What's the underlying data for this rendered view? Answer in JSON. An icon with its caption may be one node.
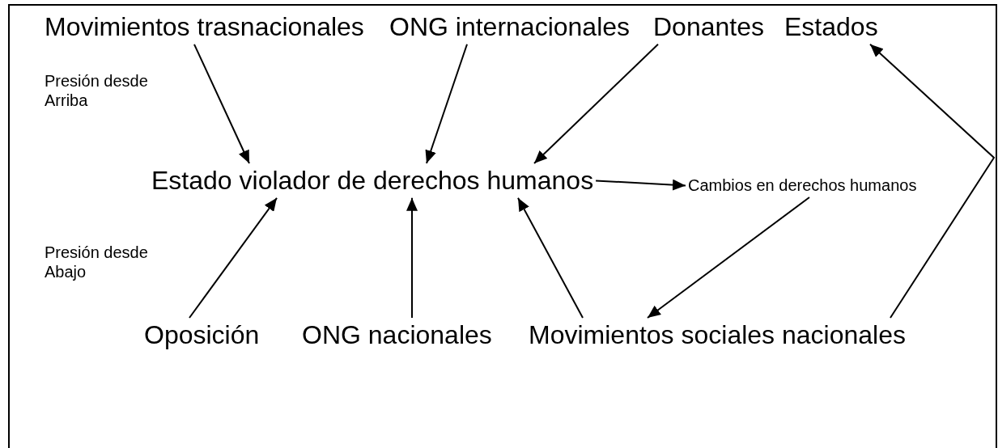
{
  "diagram": {
    "nodes": [
      {
        "text": [
          "Movimientos trasnacionales"
        ]
      },
      {
        "text": [
          "ONG internacionales"
        ]
      },
      {
        "text": [
          "Donantes"
        ]
      },
      {
        "text": [
          "Estados"
        ]
      },
      {
        "text": [
          "Estado  violador de derechos humanos"
        ]
      },
      {
        "text": [
          "Cambios en derechos humanos"
        ]
      },
      {
        "text": [
          "Oposición"
        ]
      },
      {
        "text": [
          "ONG nacionales"
        ]
      },
      {
        "text": [
          "Movimientos sociales nacionales"
        ]
      }
    ],
    "edges": [
      {
        "from": 0,
        "to": 4,
        "arrow": "to"
      },
      {
        "from": 1,
        "to": 4,
        "arrow": "to"
      },
      {
        "from": 2,
        "to": 4,
        "arrow": "to"
      },
      {
        "from": 4,
        "to": 5,
        "arrow": "to"
      },
      {
        "from": 6,
        "to": 4,
        "arrow": "to"
      },
      {
        "from": 7,
        "to": 4,
        "arrow": "to"
      },
      {
        "from": 8,
        "to": 4,
        "arrow": "to"
      },
      {
        "from": 5,
        "to": 8,
        "arrow": "to"
      },
      {
        "from": 8,
        "to": 3,
        "arrow": "to"
      }
    ],
    "labels": [
      "Presión desde Arriba",
      "Presión desde Abajo"
    ]
  }
}
